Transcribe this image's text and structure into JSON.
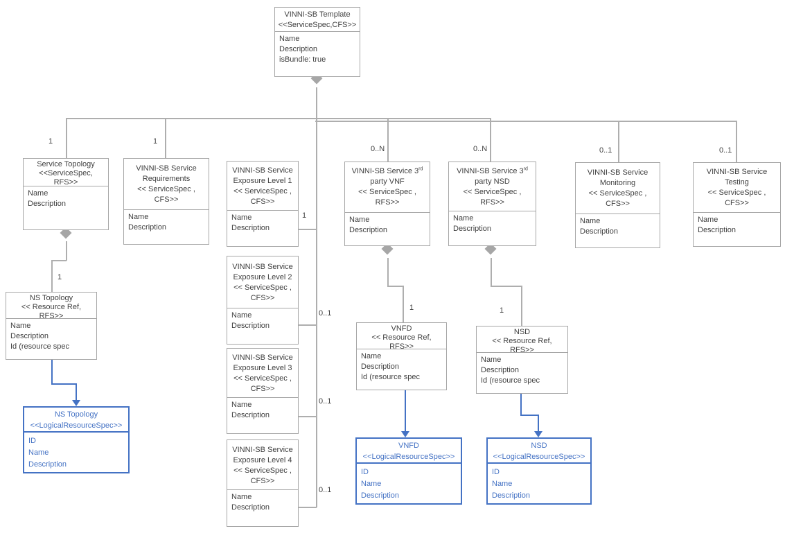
{
  "classes": {
    "template": {
      "title_lines": [
        "VINNI-SB Template",
        "<<ServiceSpec,CFS>>"
      ],
      "attributes": [
        "Name",
        "Description",
        "isBundle: true"
      ]
    },
    "service_topology": {
      "title_lines": [
        "Service Topology",
        "<<ServiceSpec,",
        "RFS>>"
      ],
      "attributes": [
        "Name",
        "Description"
      ]
    },
    "requirements": {
      "title_lines": [
        "VINNI-SB Service",
        "Requirements",
        "<< ServiceSpec ,",
        "CFS>>"
      ],
      "attributes": [
        "Name",
        "Description"
      ]
    },
    "exposure1": {
      "title_lines": [
        "VINNI-SB Service",
        "Exposure Level 1",
        "<< ServiceSpec ,",
        "CFS>>"
      ],
      "attributes": [
        "Name",
        "Description"
      ]
    },
    "exposure2": {
      "title_lines": [
        "VINNI-SB Service",
        "Exposure Level 2",
        "<< ServiceSpec ,",
        "CFS>>"
      ],
      "attributes": [
        "Name",
        "Description"
      ]
    },
    "exposure3": {
      "title_lines": [
        "VINNI-SB Service",
        "Exposure Level 3",
        "<< ServiceSpec ,",
        "CFS>>"
      ],
      "attributes": [
        "Name",
        "Description"
      ]
    },
    "exposure4": {
      "title_lines": [
        "VINNI-SB Service",
        "Exposure Level 4",
        "<< ServiceSpec ,",
        "CFS>>"
      ],
      "attributes": [
        "Name",
        "Description"
      ]
    },
    "vnf3": {
      "title_sup": {
        "pre": "VINNI-SB Service 3",
        "sup": "rd"
      },
      "title_lines": [
        "party VNF",
        "<< ServiceSpec ,",
        "RFS>>"
      ],
      "attributes": [
        "Name",
        "Description"
      ]
    },
    "nsd3": {
      "title_sup": {
        "pre": "VINNI-SB Service 3",
        "sup": "rd"
      },
      "title_lines": [
        "party NSD",
        "<< ServiceSpec ,",
        "RFS>>"
      ],
      "attributes": [
        "Name",
        "Description"
      ]
    },
    "monitoring": {
      "title_lines": [
        "VINNI-SB Service",
        "Monitoring",
        "<< ServiceSpec ,",
        "CFS>>"
      ],
      "attributes": [
        "Name",
        "Description"
      ]
    },
    "testing": {
      "title_lines": [
        "VINNI-SB Service",
        "Testing",
        "<< ServiceSpec ,",
        "CFS>>"
      ],
      "attributes": [
        "Name",
        "Description"
      ]
    },
    "ns_topology_ref": {
      "title_lines": [
        "NS Topology",
        "<< Resource Ref,",
        "RFS>>"
      ],
      "attributes": [
        "Name",
        "Description",
        "Id (resource spec"
      ]
    },
    "vnfd_ref": {
      "title_lines": [
        "VNFD",
        "<< Resource Ref,",
        "RFS>>"
      ],
      "attributes": [
        "Name",
        "Description",
        "Id (resource spec"
      ]
    },
    "nsd_ref": {
      "title_lines": [
        "NSD",
        "<< Resource Ref,",
        "RFS>>"
      ],
      "attributes": [
        "Name",
        "Description",
        "Id (resource spec"
      ]
    },
    "ns_topology_spec": {
      "title_lines": [
        "NS Topology",
        "<<LogicalResourceSpec>>"
      ],
      "attributes": [
        "ID",
        "Name",
        "Description"
      ]
    },
    "vnfd_spec": {
      "title_lines": [
        "VNFD",
        "<<LogicalResourceSpec>>"
      ],
      "attributes": [
        "ID",
        "Name",
        "Description"
      ]
    },
    "nsd_spec": {
      "title_lines": [
        "NSD",
        "<<LogicalResourceSpec>>"
      ],
      "attributes": [
        "ID",
        "Name",
        "Description"
      ]
    }
  },
  "multiplicities": {
    "service_topology": "1",
    "requirements": "1",
    "exposure1": "1",
    "exposure2": "0..1",
    "exposure3": "0..1",
    "exposure4": "0..1",
    "vnf3": "0..N",
    "nsd3": "0..N",
    "monitoring": "0..1",
    "testing": "0..1",
    "ns_topology": "1",
    "vnfd": "1",
    "nsd": "1"
  },
  "colors": {
    "accent_blue": "#4472C4",
    "line_gray": "#a6a6a6",
    "text_gray": "#3f3f3f"
  }
}
